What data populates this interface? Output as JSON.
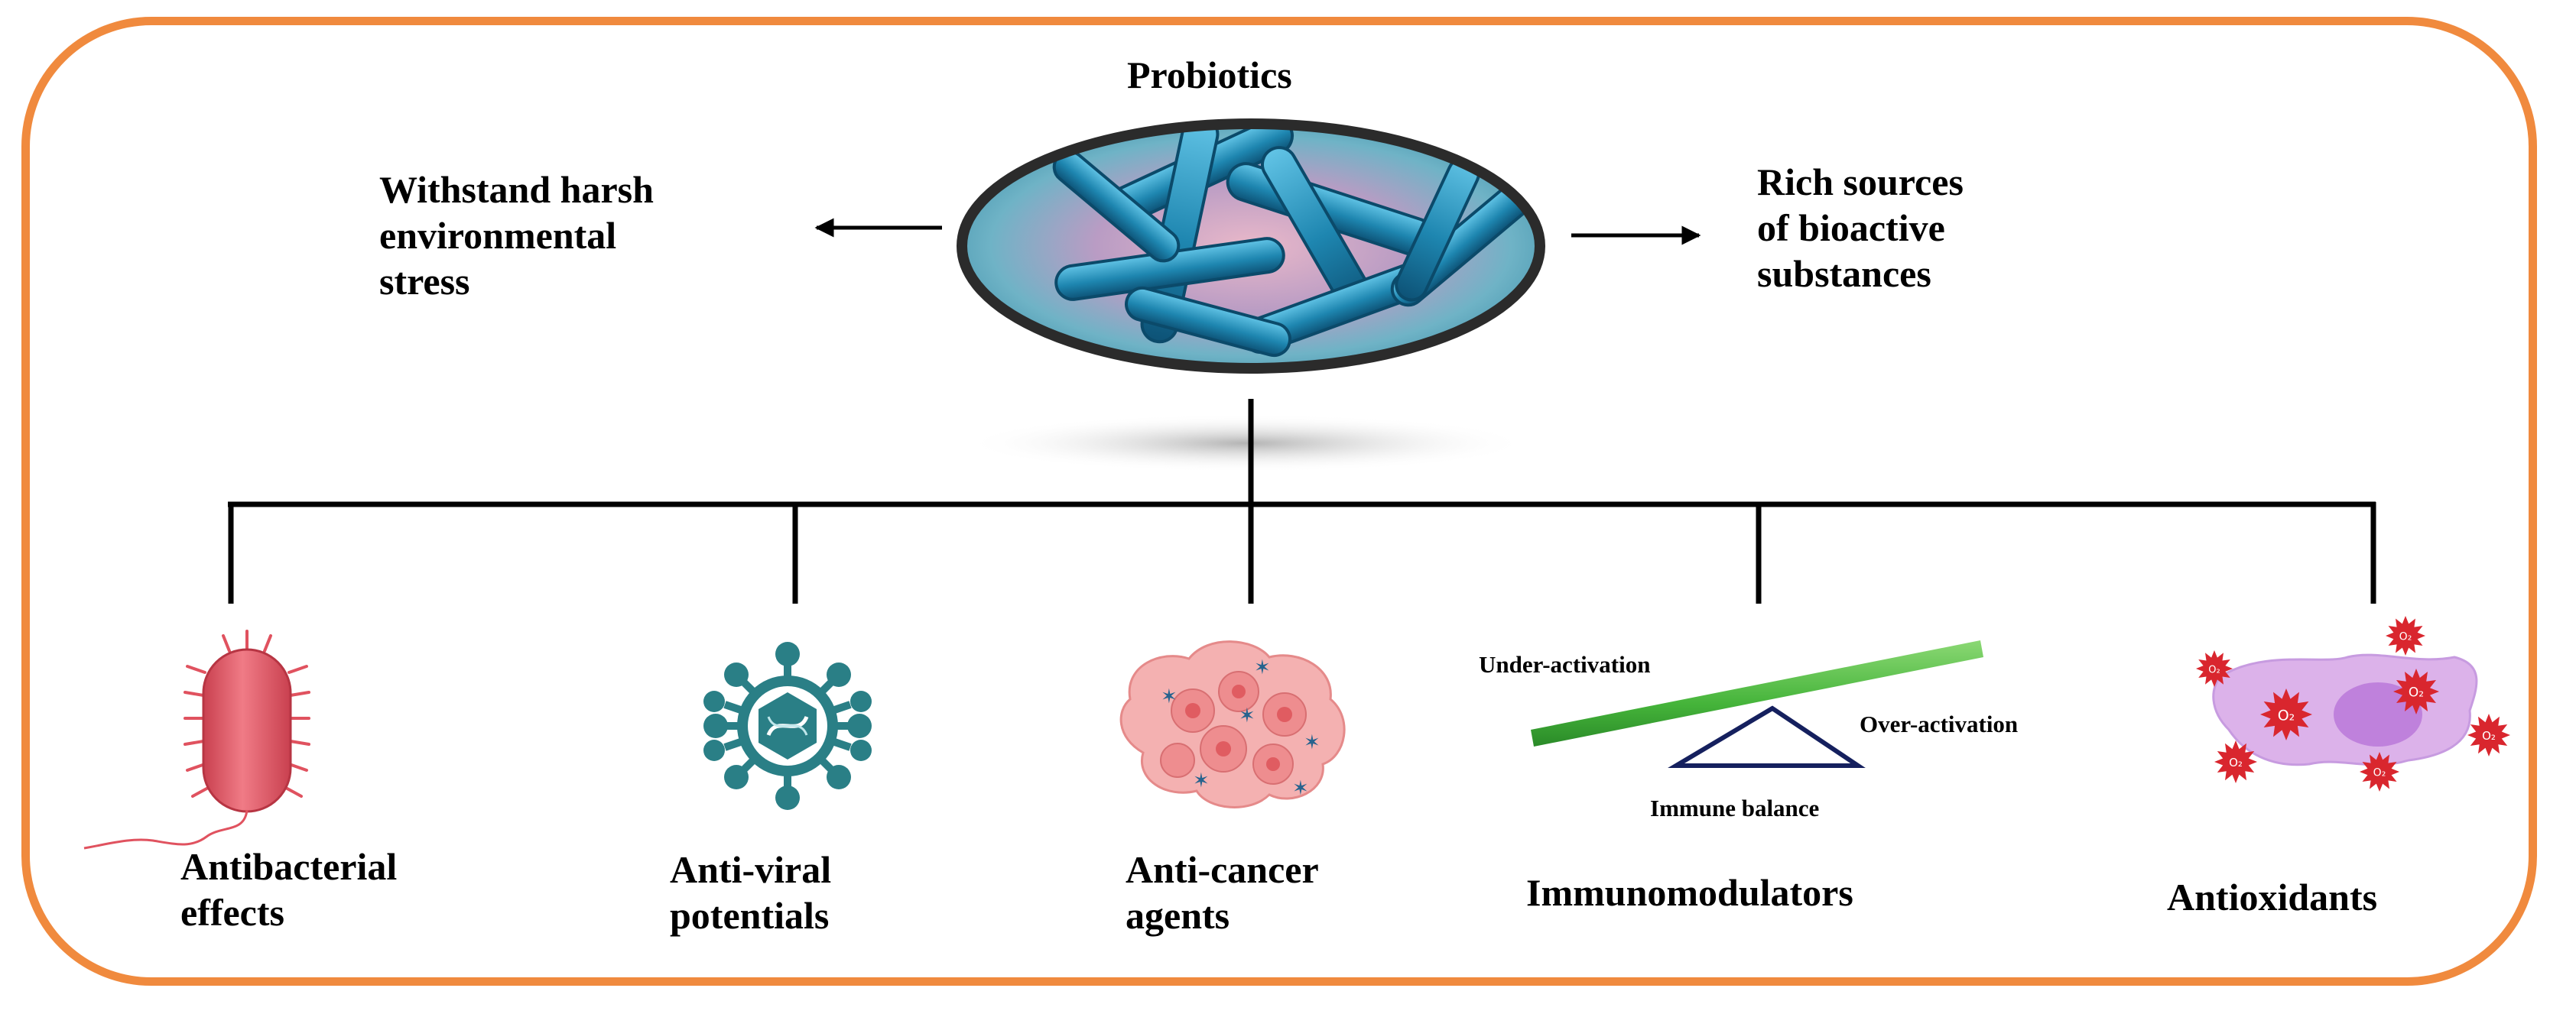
{
  "center": {
    "title": "Probiotics",
    "left_text": [
      "Withstand harsh",
      "environmental",
      "stress"
    ],
    "right_text": [
      "Rich sources",
      "of bioactive",
      "substances"
    ]
  },
  "branches": [
    {
      "id": "antibacterial",
      "label": [
        "Antibacterial",
        "effects"
      ],
      "icon": "bacterium-icon"
    },
    {
      "id": "antiviral",
      "label": [
        "Anti-viral",
        "potentials"
      ],
      "icon": "virus-icon"
    },
    {
      "id": "anticancer",
      "label": [
        "Anti-cancer",
        "agents"
      ],
      "icon": "cancer-cells-icon"
    },
    {
      "id": "immuno",
      "label": [
        "Immunomodulators"
      ],
      "icon": "balance-scale-icon"
    },
    {
      "id": "antioxidant",
      "label": [
        "Antioxidants"
      ],
      "icon": "oxidative-cell-icon"
    }
  ],
  "immune_scale": {
    "under": "Under-activation",
    "over": "Over-activation",
    "balance": "Immune balance"
  },
  "ros_label": "O₂",
  "colors": {
    "frame": "#f08a3e",
    "bacteria": "#1e86b0",
    "virus": "#2a7f86",
    "bacterium_body": "#e8636f",
    "cancer": "#f09a9a",
    "scale_bar": "#45b43a",
    "triangle": "#15205e",
    "cell": "#d6a6e6",
    "ros": "#d9262e"
  }
}
